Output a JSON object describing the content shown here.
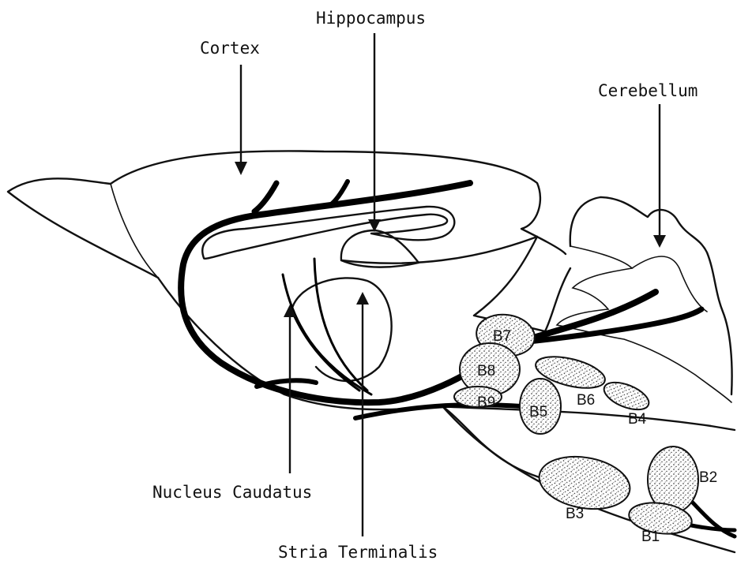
{
  "labels": {
    "cortex": "Cortex",
    "hippocampus": "Hippocampus",
    "cerebellum": "Cerebellum",
    "nucleus_caudatus": "Nucleus Caudatus",
    "stria_terminalis": "Stria Terminalis"
  },
  "nuclei": {
    "b1": "B1",
    "b2": "B2",
    "b3": "B3",
    "b4": "B4",
    "b5": "B5",
    "b6": "B6",
    "b7": "B7",
    "b8": "B8",
    "b9": "B9"
  }
}
